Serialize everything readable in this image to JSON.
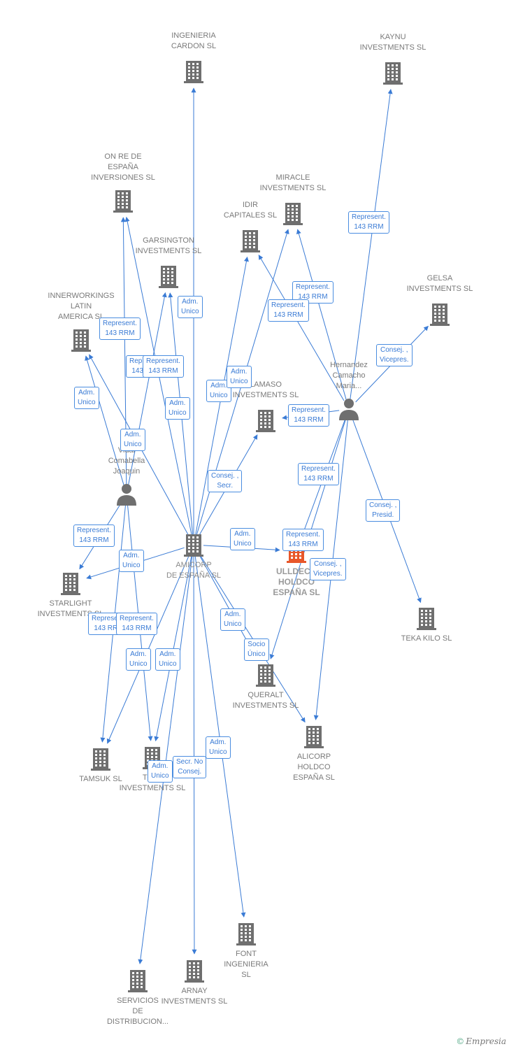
{
  "brand": "Empresia",
  "colors": {
    "edge": "#3a7bd5",
    "icon": "#6f6f6f",
    "highlight": "#e8572a",
    "label": "#7a7a7a"
  },
  "nodes": [
    {
      "id": "ingenieria_cardon",
      "type": "company",
      "label": "INGENIERIA\nCARDON  SL"
    },
    {
      "id": "kaynu",
      "type": "company",
      "label": "KAYNU\nINVESTMENTS SL"
    },
    {
      "id": "on_re",
      "type": "company",
      "label": "ON RE DE\nESPAÑA\nINVERSIONES SL"
    },
    {
      "id": "miracle",
      "type": "company",
      "label": "MIRACLE\nINVESTMENTS SL"
    },
    {
      "id": "idir",
      "type": "company",
      "label": "IDIR\nCAPITALES SL"
    },
    {
      "id": "garsington",
      "type": "company",
      "label": "GARSINGTON\nINVESTMENTS SL"
    },
    {
      "id": "gelsa",
      "type": "company",
      "label": "GELSA\nINVESTMENTS SL"
    },
    {
      "id": "innerworkings",
      "type": "company",
      "label": "INNERWORKINGS\nLATIN\nAMERICA  SL"
    },
    {
      "id": "hernandez",
      "type": "person",
      "label": "Hernandez\nCamacho\nMaria..."
    },
    {
      "id": "lamaso",
      "type": "company",
      "label": "LAMASO\nINVESTMENTS SL"
    },
    {
      "id": "vidal",
      "type": "person",
      "label": "Vidal\nComabella\nJoaquin"
    },
    {
      "id": "amicorp",
      "type": "company",
      "label": "AMICORP\nDE ESPAÑA SL"
    },
    {
      "id": "ulldeco",
      "type": "company",
      "label": "ULLDECO\nHOLDCO\nESPAÑA  SL"
    },
    {
      "id": "starlight",
      "type": "company",
      "label": "STARLIGHT\nINVESTMENTS SL"
    },
    {
      "id": "teka",
      "type": "company",
      "label": "TEKA KILO  SL"
    },
    {
      "id": "queralt",
      "type": "company",
      "label": "QUERALT\nINVESTMENTS SL"
    },
    {
      "id": "alicorp",
      "type": "company",
      "label": "ALICORP\nHOLDCO\nESPAÑA  SL"
    },
    {
      "id": "tamsuk",
      "type": "company",
      "label": "TAMSUK SL"
    },
    {
      "id": "tota",
      "type": "company",
      "label": "TOTA\nINVESTMENTS SL"
    },
    {
      "id": "font",
      "type": "company",
      "label": "FONT\nINGENIERIA\nSL"
    },
    {
      "id": "arnay",
      "type": "company",
      "label": "ARNAY\nINVESTMENTS SL"
    },
    {
      "id": "servicios",
      "type": "company",
      "label": "SERVICIOS\nDE\nDISTRIBUCION..."
    }
  ],
  "relations": [
    {
      "from": "amicorp",
      "to": "ingenieria_cardon",
      "label": "Adm.\nUnico"
    },
    {
      "from": "amicorp",
      "to": "on_re",
      "label": "Adm.\nUnico"
    },
    {
      "from": "amicorp",
      "to": "garsington",
      "label": "Adm.\nUnico"
    },
    {
      "from": "amicorp",
      "to": "innerworkings",
      "label": "Adm.\nUnico"
    },
    {
      "from": "amicorp",
      "to": "idir",
      "label": "Adm.\nUnico"
    },
    {
      "from": "amicorp",
      "to": "miracle",
      "label": "Adm.\nUnico"
    },
    {
      "from": "amicorp",
      "to": "lamaso",
      "label": "Consej. ,\nSecr."
    },
    {
      "from": "amicorp",
      "to": "ulldeco",
      "label": "Adm.\nUnico"
    },
    {
      "from": "amicorp",
      "to": "starlight",
      "label": "Adm.\nUnico"
    },
    {
      "from": "amicorp",
      "to": "queralt",
      "label": "Adm.\nUnico"
    },
    {
      "from": "amicorp",
      "to": "alicorp",
      "label": "Socio\nÚnico"
    },
    {
      "from": "amicorp",
      "to": "tamsuk",
      "label": "Adm.\nUnico"
    },
    {
      "from": "amicorp",
      "to": "tota",
      "label": "Adm.\nUnico"
    },
    {
      "from": "amicorp",
      "to": "font",
      "label": "Adm.\nUnico"
    },
    {
      "from": "amicorp",
      "to": "arnay",
      "label": "Secr.  No\nConsej."
    },
    {
      "from": "amicorp",
      "to": "servicios",
      "label": "Adm.\nUnico"
    },
    {
      "from": "hernandez",
      "to": "kaynu",
      "label": "Represent.\n143 RRM"
    },
    {
      "from": "hernandez",
      "to": "gelsa",
      "label": "Consej. ,\nVicepres."
    },
    {
      "from": "hernandez",
      "to": "miracle",
      "label": "Represent.\n143 RRM"
    },
    {
      "from": "hernandez",
      "to": "idir",
      "label": "Represent.\n143 RRM"
    },
    {
      "from": "hernandez",
      "to": "teka",
      "label": "Consej. ,\nPresid."
    },
    {
      "from": "hernandez",
      "to": "ulldeco",
      "label": "Represent.\n143 RRM"
    },
    {
      "from": "hernandez",
      "to": "alicorp",
      "label": "Consej. ,\nVicepres."
    },
    {
      "from": "hernandez",
      "to": "queralt",
      "label": "Represent.\n143 RRM"
    },
    {
      "from": "hernandez",
      "to": "lamaso",
      "label": "Represent.\n143 RRM"
    },
    {
      "from": "vidal",
      "to": "on_re",
      "label": "Represent.\n143 RRM"
    },
    {
      "from": "vidal",
      "to": "innerworkings",
      "label": "Represent.\n143 RRM"
    },
    {
      "from": "vidal",
      "to": "garsington",
      "label": "Represent.\n143 RRM"
    },
    {
      "from": "vidal",
      "to": "starlight",
      "label": "Represent.\n143 RRM"
    },
    {
      "from": "vidal",
      "to": "tamsuk",
      "label": "Represent.\n143 RRM"
    },
    {
      "from": "vidal",
      "to": "tota",
      "label": "Represent.\n143 RRM"
    }
  ]
}
